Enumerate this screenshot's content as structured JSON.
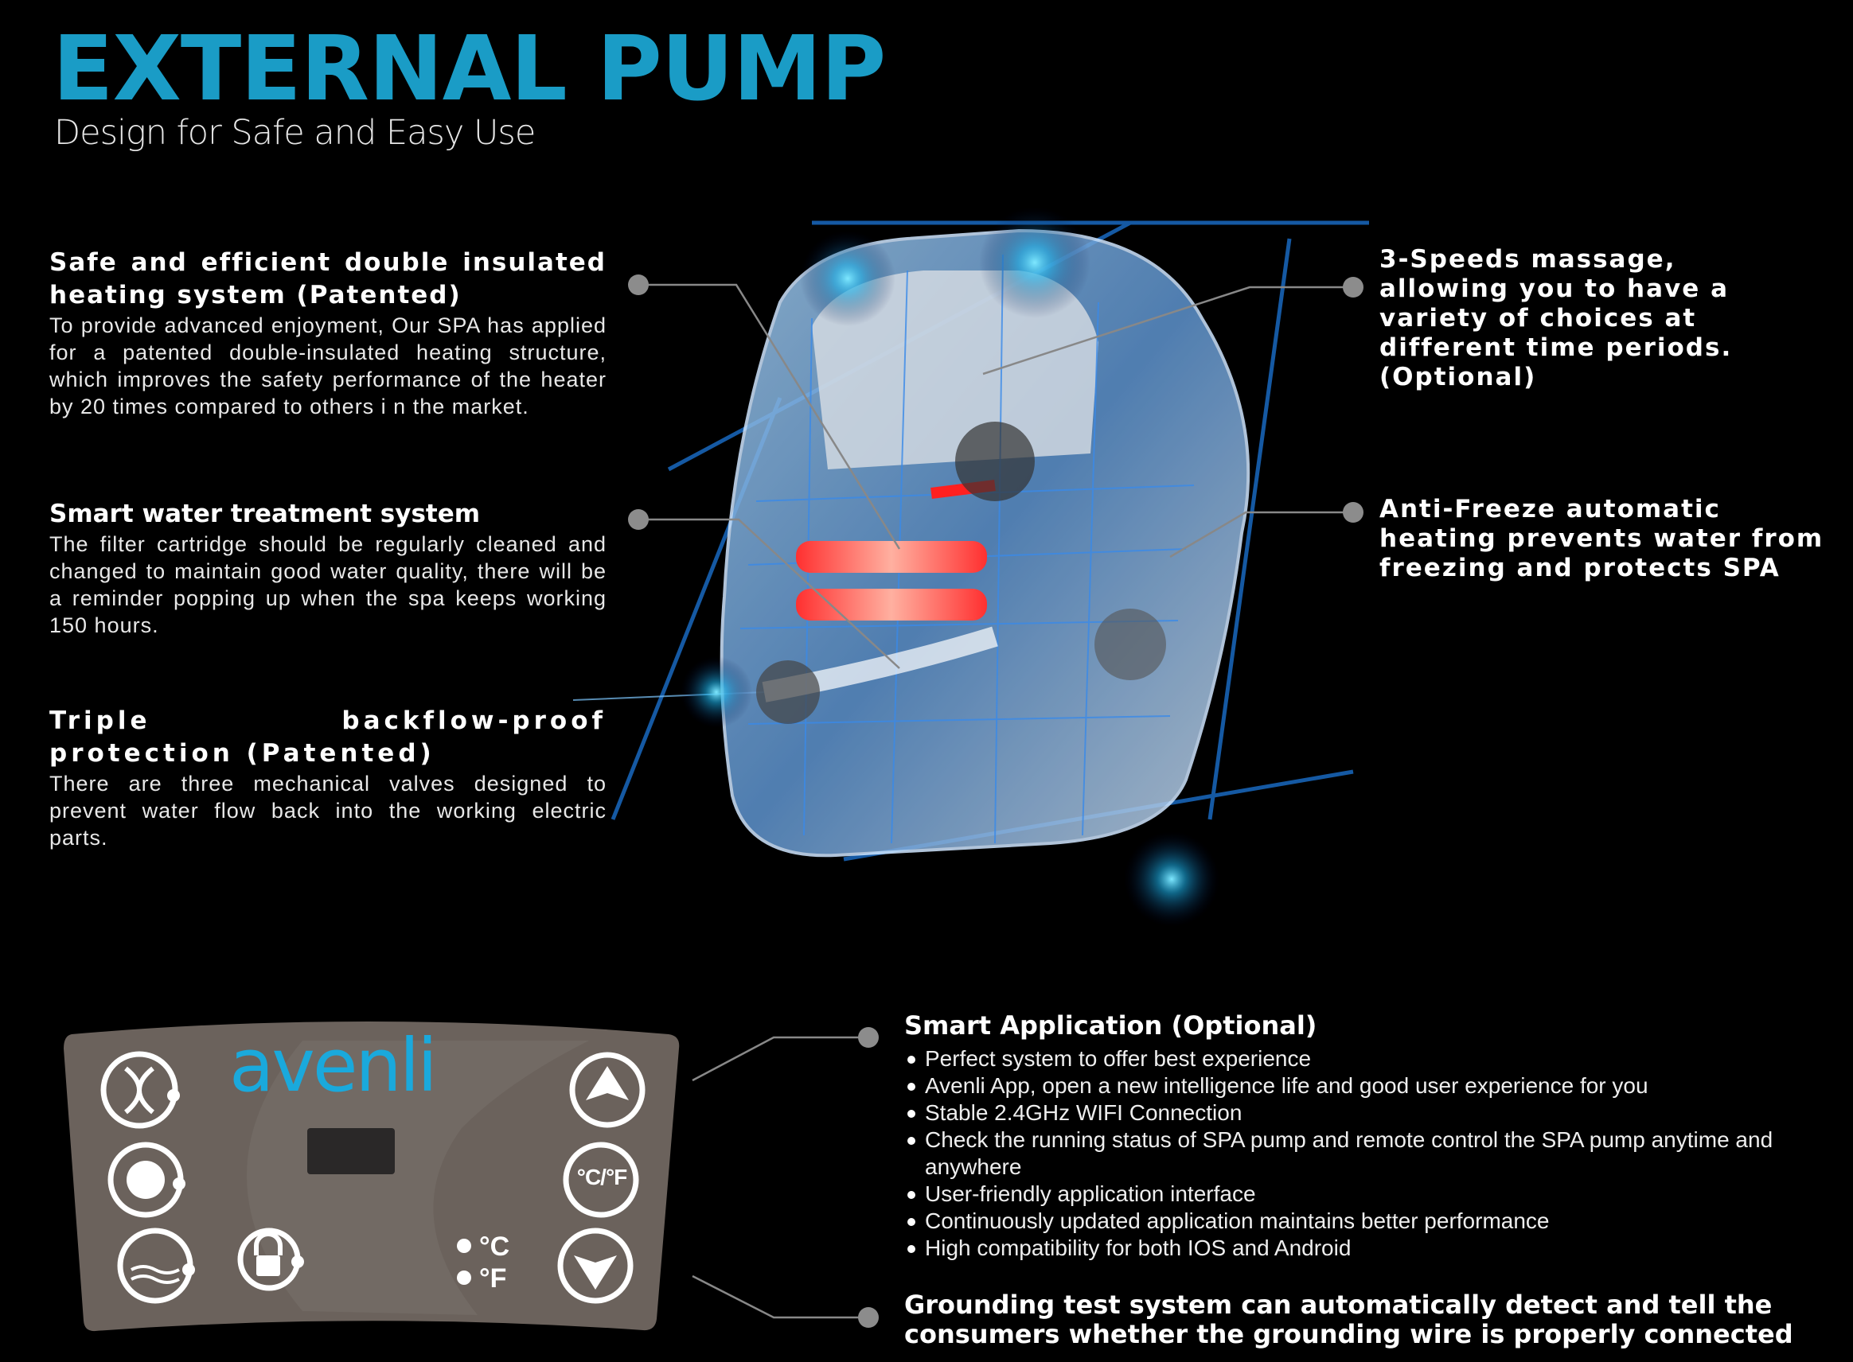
{
  "header": {
    "title": "EXTERNAL PUMP",
    "subtitle": "Design for Safe and Easy Use"
  },
  "left_features": [
    {
      "heading": "Safe and efficient double insulated heating system (Patented)",
      "body": "To provide advanced enjoyment, Our SPA has applied for a patented double-insulated heating structure, which improves the safety performance of the heater by 20 times compared to others i n the market."
    },
    {
      "heading": "Smart water treatment system",
      "body": "The filter cartridge should be regularly cleaned and changed to maintain good water quality, there will be a reminder popping up when the spa keeps working 150 hours."
    },
    {
      "heading": "Triple backflow-proof protection (Patented)",
      "body": "There are three mechanical valves designed to prevent  water flow back into the working electric parts."
    }
  ],
  "right_features": [
    {
      "heading": "3-Speeds massage, allowing you to have a variety of choices at different time periods. (Optional)"
    },
    {
      "heading": "Anti-Freeze automatic heating prevents water from freezing and protects SPA"
    }
  ],
  "panel": {
    "brand": "avenli",
    "unit_c": "°C",
    "unit_f": "°F",
    "toggle_label": "°C/°F"
  },
  "smart_app": {
    "heading": "Smart Application (Optional)",
    "bullets": [
      "Perfect system to offer best experience",
      "Avenli App, open a new intelligence life and good user experience for you",
      "Stable 2.4GHz WIFI Connection",
      "Check the running status of SPA pump and remote control the SPA pump anytime and anywhere",
      "User-friendly application interface",
      "Continuously updated application maintains better performance",
      "High compatibility for both IOS and Android"
    ]
  },
  "grounding": "Grounding test system can automatically detect and tell the consumers whether the grounding wire is properly connected",
  "colors": {
    "accent": "#1a9cc6",
    "panel": "#6b625c",
    "brand": "#1aa9dc"
  }
}
